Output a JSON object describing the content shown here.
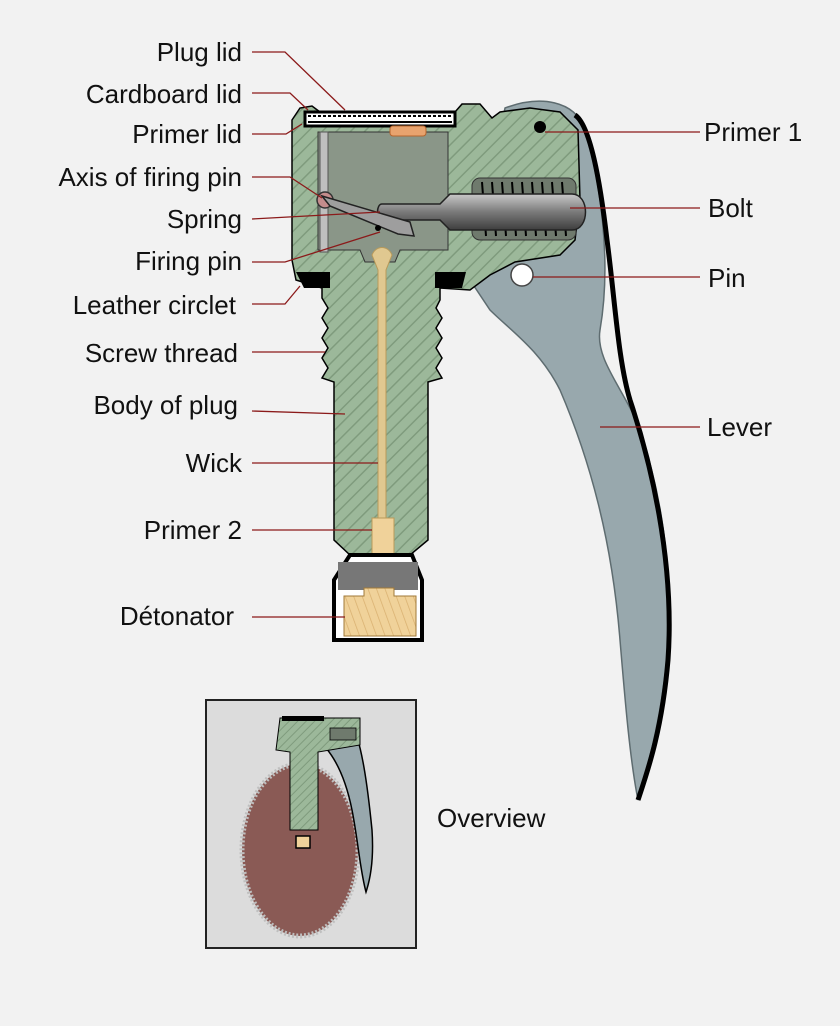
{
  "labels": {
    "plug_lid": "Plug lid",
    "cardboard_lid": "Cardboard lid",
    "primer_lid": "Primer lid",
    "axis_of_firing_pin": "Axis of firing pin",
    "spring": "Spring",
    "firing_pin": "Firing pin",
    "leather_circlet": "Leather circlet",
    "screw_thread": "Screw thread",
    "body_of_plug": "Body of plug",
    "wick": "Wick",
    "primer_2": "Primer 2",
    "detonator": "Détonator",
    "primer_1": "Primer 1",
    "bolt": "Bolt",
    "pin": "Pin",
    "lever": "Lever",
    "overview": "Overview"
  },
  "colors": {
    "background": "#f2f2f2",
    "body": "#9cb89a",
    "body_hatch": "#7f9b7d",
    "chamber": "#8a9688",
    "lever": "#98a8ad",
    "wick": "#e0c890",
    "detonator": "#f0d29a",
    "grenade_body": "#8a5a55",
    "bolt": "#8c8c8c",
    "leader_line": "#8b1a1a",
    "outline": "#000000",
    "inset_bg": "#dcdcdc"
  }
}
